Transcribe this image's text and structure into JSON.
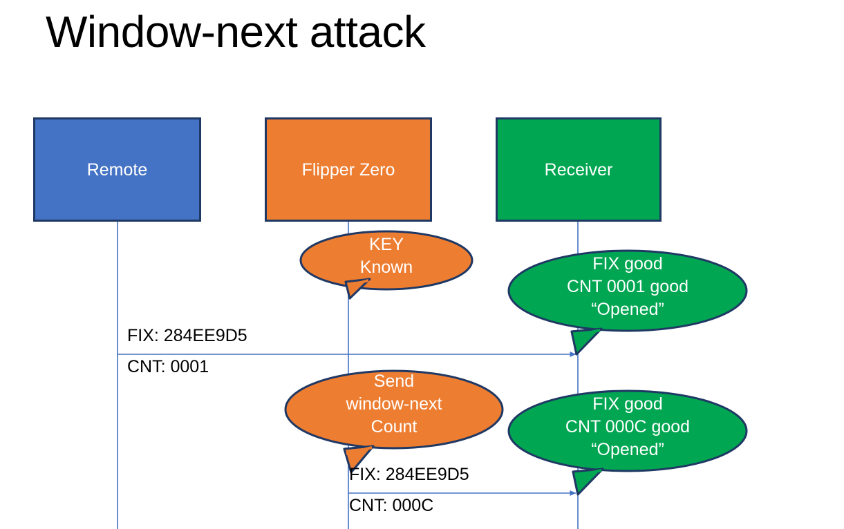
{
  "slide": {
    "title": "Window-next attack",
    "background": "#FFFFFF"
  },
  "colors": {
    "blue": "#4472C4",
    "orange": "#ED7D31",
    "green": "#00A651",
    "outline": "#1F3864",
    "lifeline": "#4472C4",
    "text_dark": "#000000",
    "text_light": "#FFFFFF"
  },
  "actors": [
    {
      "id": "remote",
      "label": "Remote",
      "color": "#4472C4"
    },
    {
      "id": "flipper",
      "label": "Flipper Zero",
      "color": "#ED7D31"
    },
    {
      "id": "receiver",
      "label": "Receiver",
      "color": "#00A651"
    }
  ],
  "callouts": [
    {
      "id": "key-known",
      "owner": "flipper",
      "color": "#ED7D31",
      "lines": [
        "KEY",
        "Known"
      ]
    },
    {
      "id": "receiver-ack-1",
      "owner": "receiver",
      "color": "#00A651",
      "lines": [
        "FIX good",
        "CNT 0001 good",
        "“Opened”"
      ]
    },
    {
      "id": "send-window-next",
      "owner": "flipper",
      "color": "#ED7D31",
      "lines": [
        "Send",
        "window-next",
        "Count"
      ]
    },
    {
      "id": "receiver-ack-2",
      "owner": "receiver",
      "color": "#00A651",
      "lines": [
        "FIX good",
        "CNT 000C good",
        "“Opened”"
      ]
    }
  ],
  "messages": [
    {
      "id": "msg-remote-to-receiver",
      "from": "remote",
      "to": "receiver",
      "line_above": "FIX: 284EE9D5",
      "line_below": "CNT: 0001"
    },
    {
      "id": "msg-flipper-to-receiver",
      "from": "flipper",
      "to": "receiver",
      "line_above": "FIX: 284EE9D5",
      "line_below": "CNT: 000C"
    }
  ]
}
